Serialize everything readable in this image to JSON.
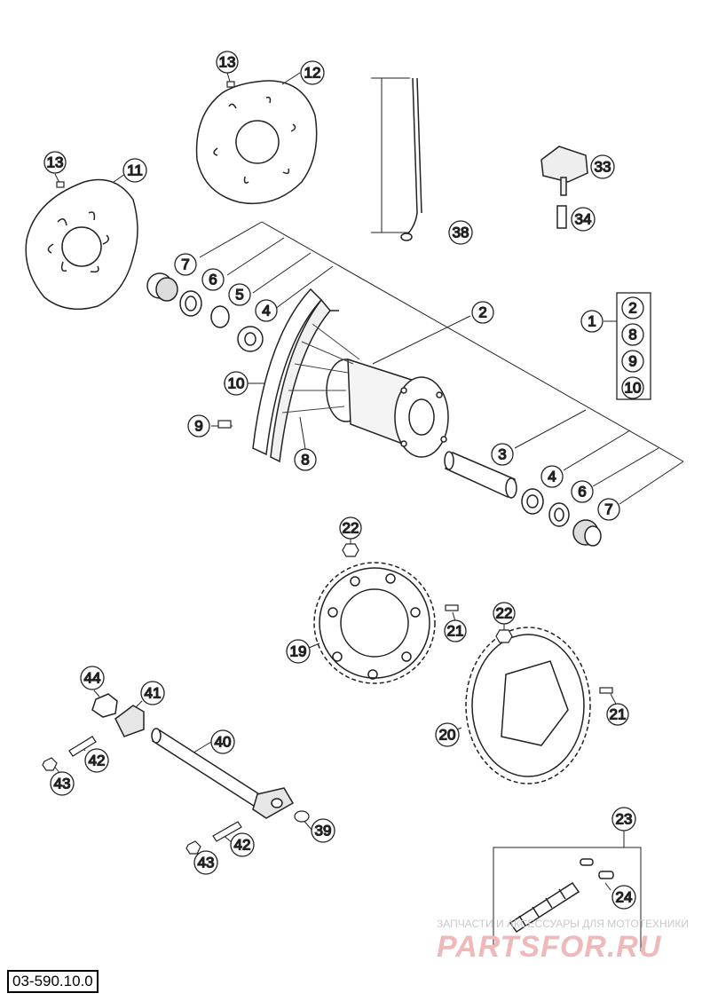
{
  "diagram_code": "03-590.10.0",
  "watermark": {
    "subtitle": "ЗАПЧАСТИ И АКСЕССУАРЫ ДЛЯ МОТОТЕХНИКИ",
    "brand": "PARTSFOR.RU"
  },
  "callouts": {
    "c1": "1",
    "c2": "2",
    "c3": "3",
    "c4a": "4",
    "c4b": "4",
    "c5": "5",
    "c6a": "6",
    "c6b": "6",
    "c7a": "7",
    "c7b": "7",
    "c8": "8",
    "c9": "9",
    "c10": "10",
    "c11": "11",
    "c12": "12",
    "c13a": "13",
    "c13b": "13",
    "c19": "19",
    "c20": "20",
    "c21a": "21",
    "c21b": "21",
    "c22a": "22",
    "c22b": "22",
    "c23": "23",
    "c24": "24",
    "c33": "33",
    "c34": "34",
    "c38": "38",
    "c39": "39",
    "c40": "40",
    "c41": "41",
    "c42a": "42",
    "c42b": "42",
    "c43a": "43",
    "c43b": "43",
    "c44": "44"
  },
  "kit_list": {
    "k2": "2",
    "k8": "8",
    "k9": "9",
    "k10": "10"
  }
}
